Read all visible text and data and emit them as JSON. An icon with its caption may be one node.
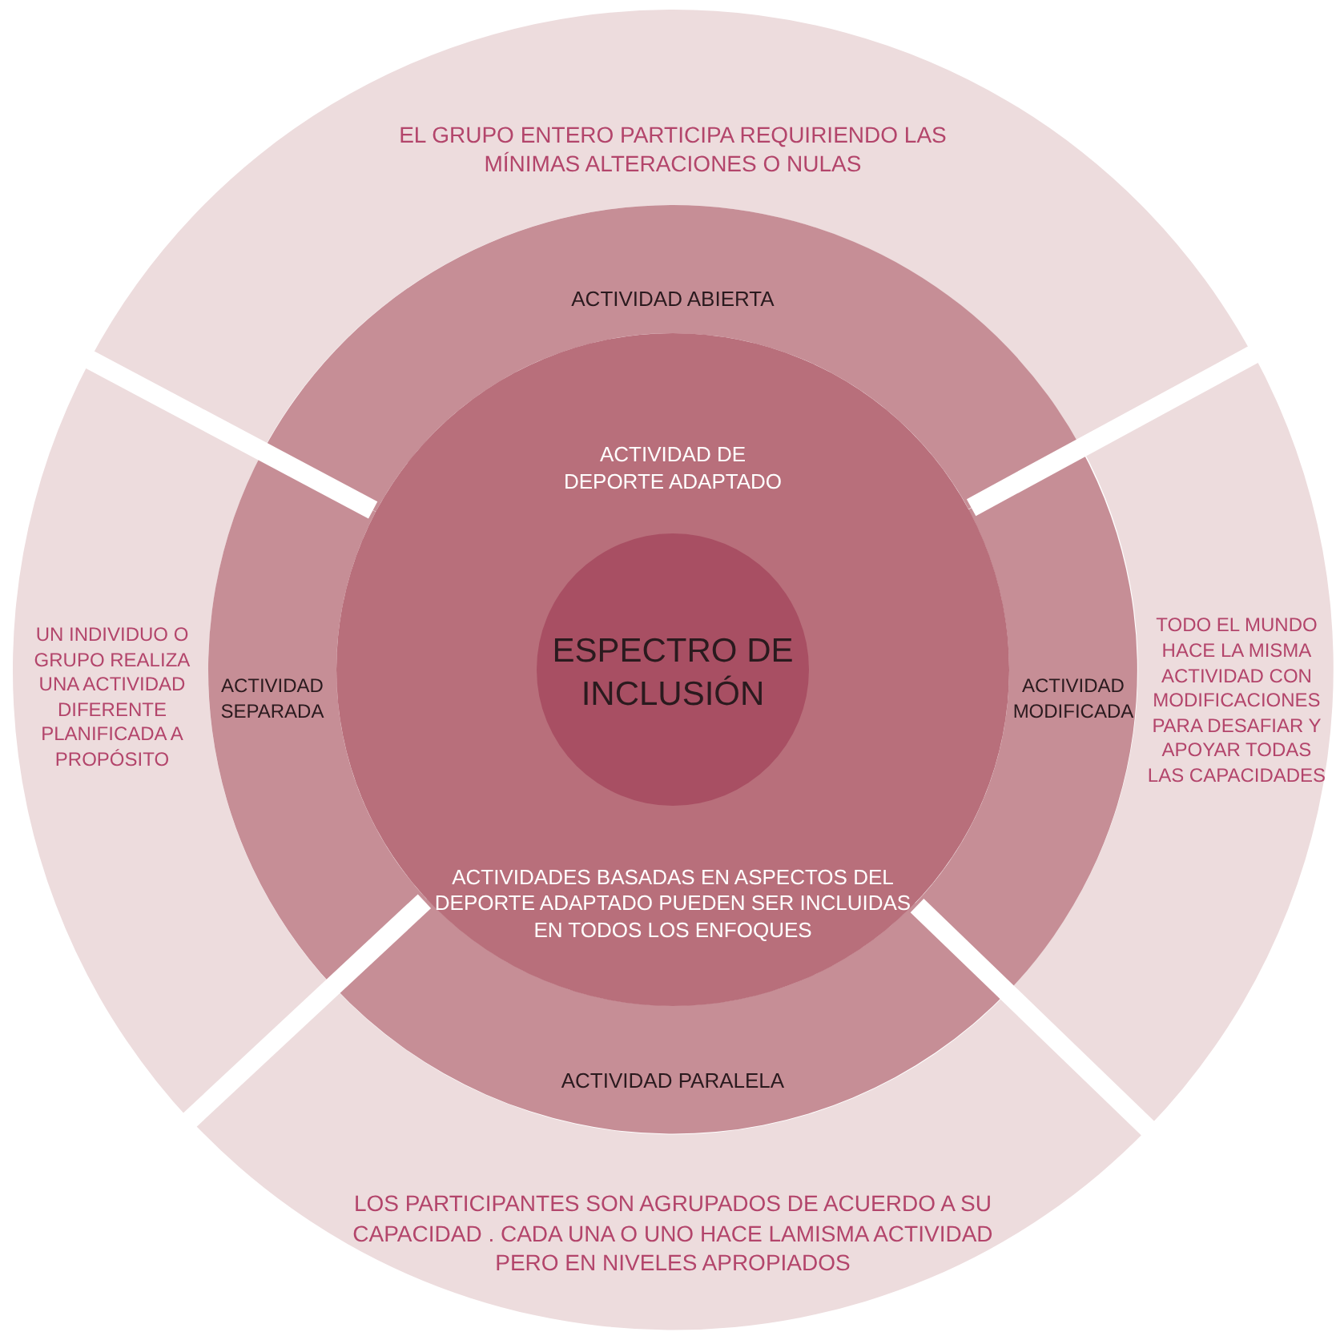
{
  "diagram": {
    "nodes": [
      {
        "text": [
          "EL GRUPO ENTERO PARTICIPA REQUIRIENDO LAS MÍNIMAS ALTERACIONES O NULAS"
        ]
      },
      {
        "text": [
          "UN INDIVIDUO O GRUPO REALIZA UNA ACTIVIDAD DIFERENTE PLANIFICADA A PROPÓSITO"
        ]
      },
      {
        "text": [
          "TODO EL MUNDO HACE LA MISMA ACTIVIDAD CON MODIFICACIONES PARA DESAFIAR Y APOYAR TODAS LAS CAPACIDADES"
        ]
      },
      {
        "text": [
          "LOS PARTICIPANTES SON AGRUPADOS DE ACUERDO A SU CAPACIDAD . CADA UNA O UNO HACE LAMISMA ACTIVIDAD PERO EN NIVELES APROPIADOS"
        ]
      },
      {
        "text": [
          "ACTIVIDAD ABIERTA"
        ]
      },
      {
        "text": [
          "ACTIVIDAD SEPARADA"
        ]
      },
      {
        "text": [
          "ACTIVIDAD MODIFICADA"
        ]
      },
      {
        "text": [
          "ACTIVIDAD PARALELA"
        ]
      },
      {
        "text": [
          "ACTIVIDAD DE DEPORTE ADAPTADO",
          "ACTIVIDADES BASADAS EN ASPECTOS DEL DEPORTE ADAPTADO PUEDEN SER INCLUIDAS EN TODOS LOS ENFOQUES"
        ]
      },
      {
        "text": [
          "ESPECTRO DE INCLUSIÓN"
        ],
        "in": 8
      }
    ]
  }
}
